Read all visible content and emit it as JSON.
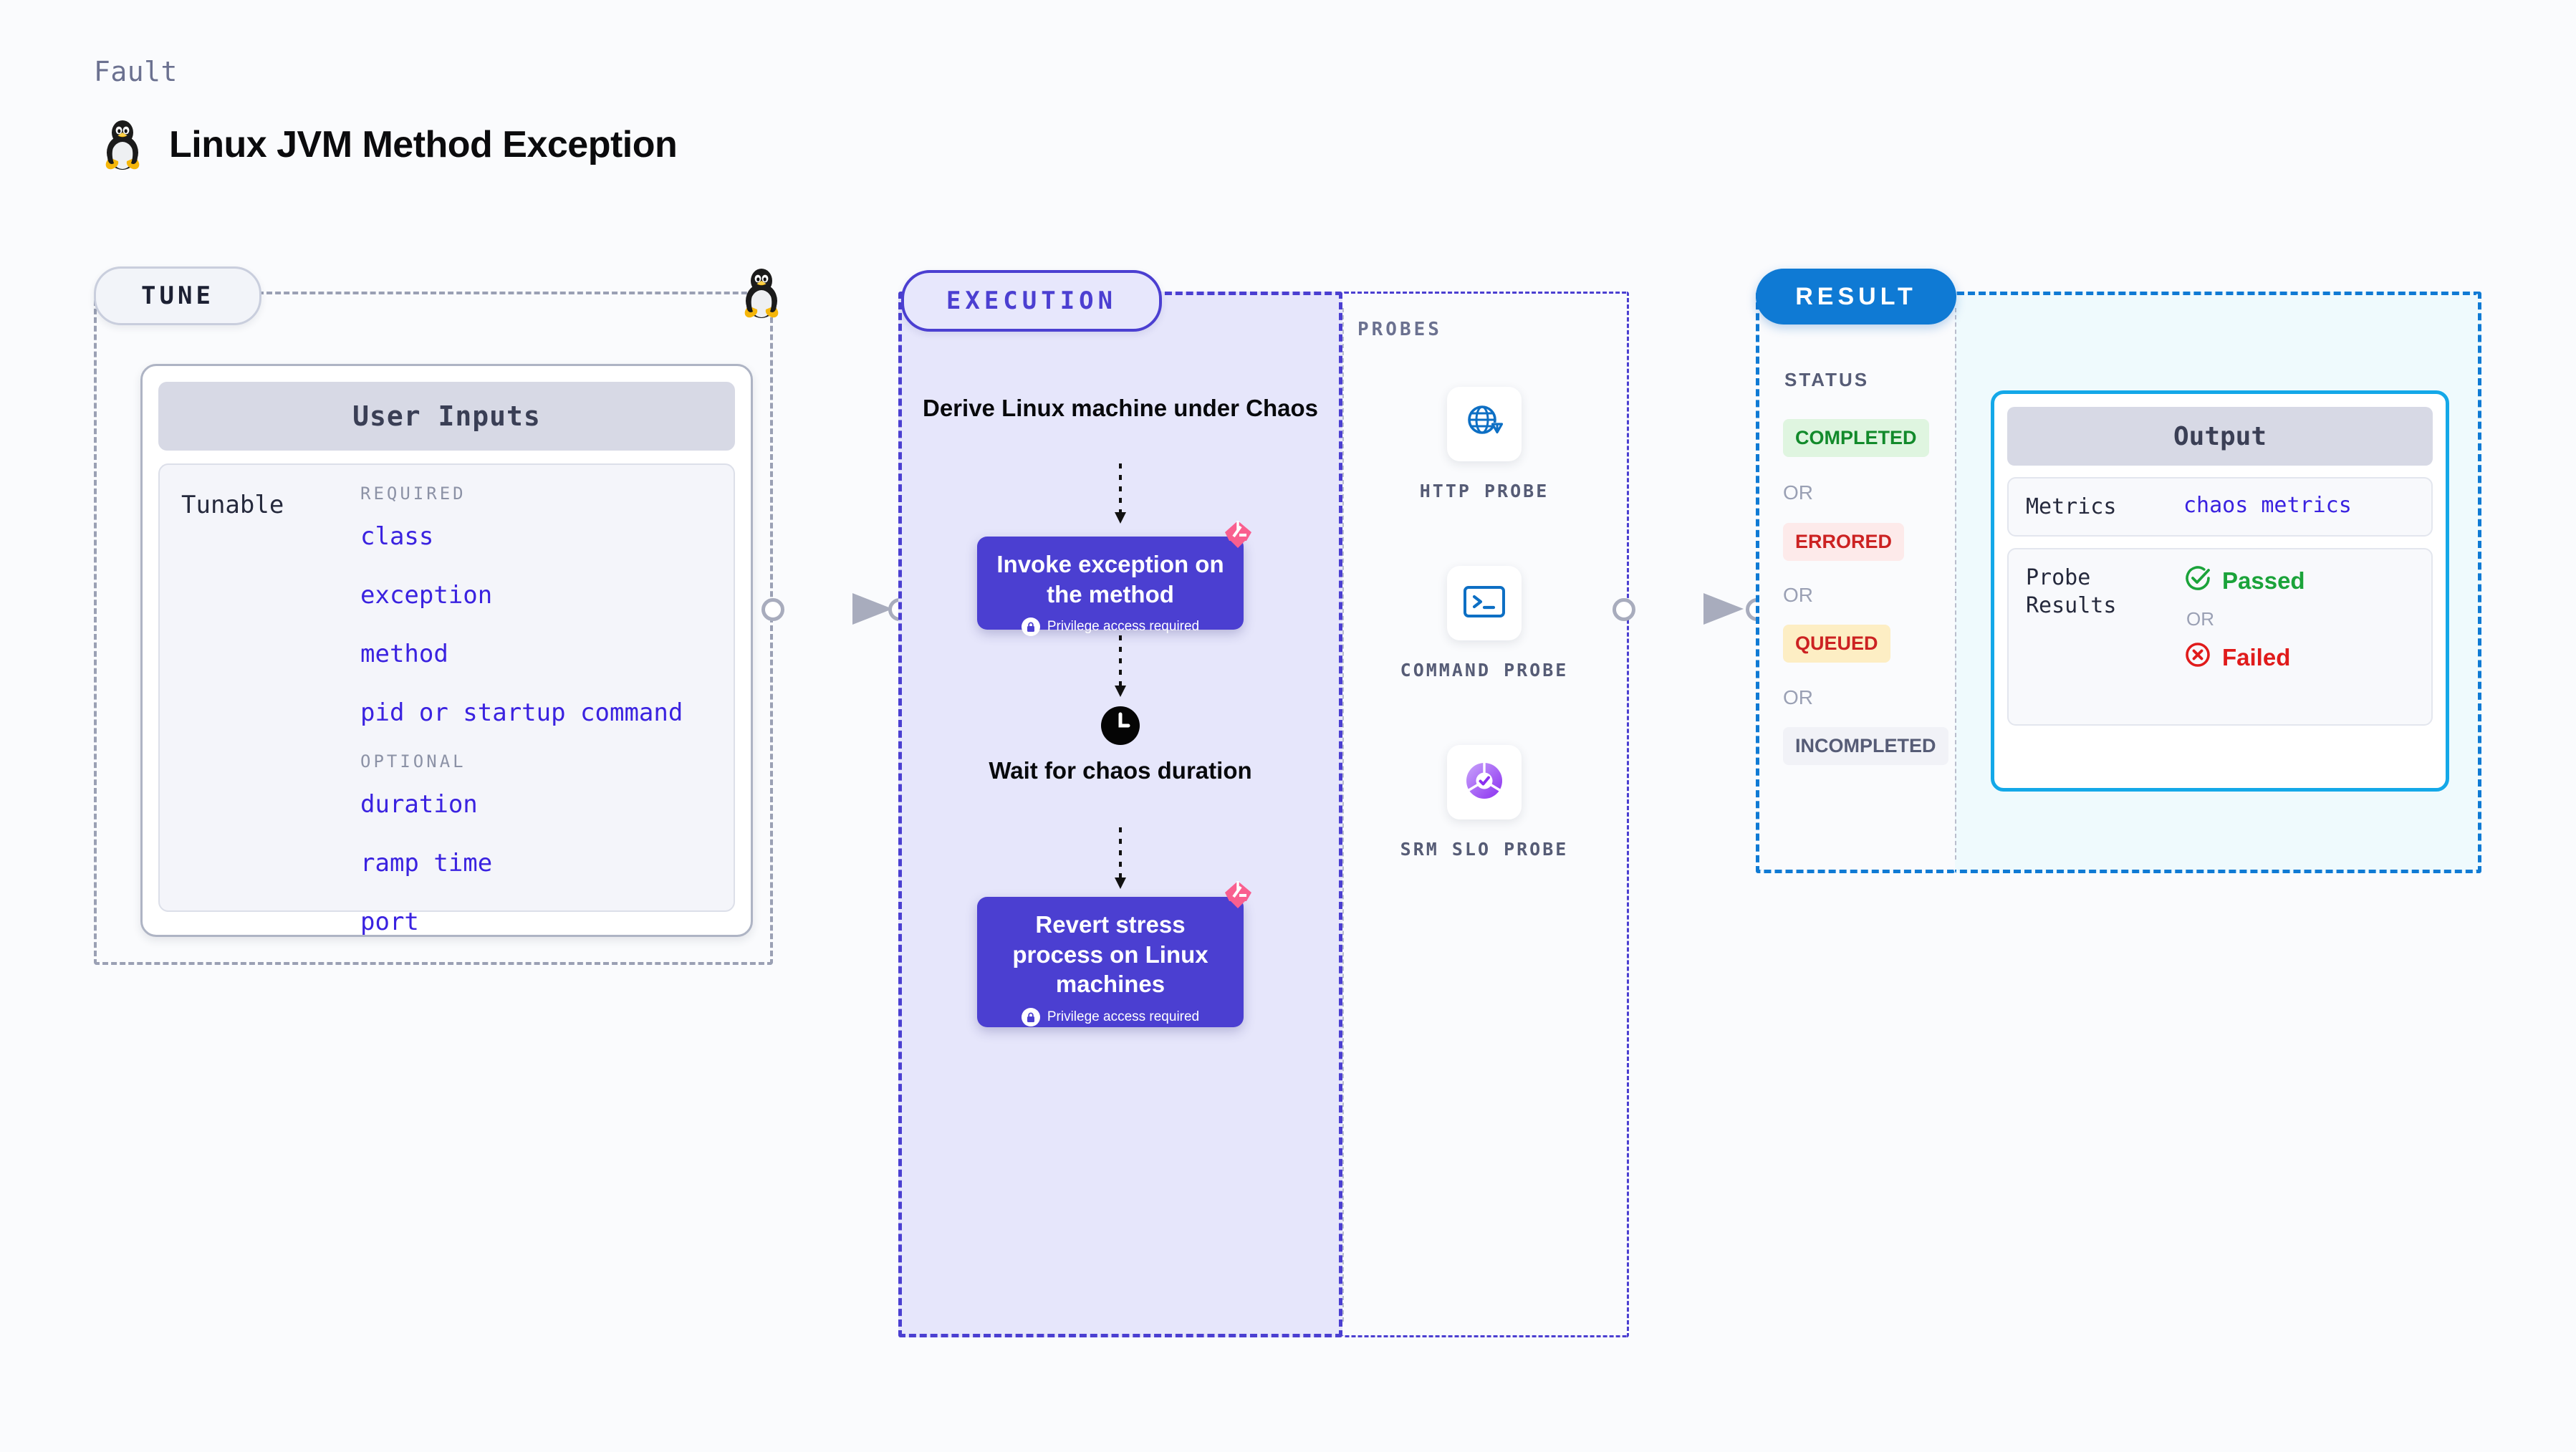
{
  "header": {
    "kicker": "Fault",
    "title": "Linux JVM Method Exception",
    "icon": "linux-penguin-icon"
  },
  "tune": {
    "pill_label": "TUNE",
    "penguin_icon": "linux-penguin-icon",
    "card": {
      "header": "User Inputs",
      "row_label": "Tunable",
      "groups": [
        {
          "caption": "REQUIRED",
          "items": [
            "class",
            "exception",
            "method",
            "pid or startup command"
          ]
        },
        {
          "caption": "OPTIONAL",
          "items": [
            "duration",
            "ramp time",
            "port"
          ]
        }
      ]
    }
  },
  "execution": {
    "pill_label": "EXECUTION",
    "steps": [
      {
        "type": "text",
        "label": "Derive Linux machine under Chaos"
      },
      {
        "type": "box",
        "label": "Invoke exception on the method",
        "note": "Privilege access required",
        "badge": "litmus-logo-icon",
        "lock": "lock-icon"
      },
      {
        "type": "clock",
        "icon": "clock-icon",
        "label": "Wait for chaos duration"
      },
      {
        "type": "box",
        "label": "Revert stress process on Linux machines",
        "note": "Privilege access required",
        "badge": "litmus-logo-icon",
        "lock": "lock-icon"
      }
    ]
  },
  "probes": {
    "caption": "PROBES",
    "items": [
      {
        "label": "HTTP PROBE",
        "icon": "globe-warning-icon"
      },
      {
        "label": "COMMAND PROBE",
        "icon": "terminal-icon"
      },
      {
        "label": "SRM SLO PROBE",
        "icon": "srm-slo-donut-check-icon"
      }
    ]
  },
  "result": {
    "pill_label": "RESULT",
    "status_caption": "STATUS",
    "or_label": "OR",
    "statuses": [
      {
        "label": "COMPLETED",
        "bg": "#dff5e0",
        "fg": "#128a2b"
      },
      {
        "label": "ERRORED",
        "bg": "#fdeaea",
        "fg": "#cc2222"
      },
      {
        "label": "QUEUED",
        "bg": "#fdeec4",
        "fg": "#cc2222"
      },
      {
        "label": "INCOMPLETED",
        "bg": "#f1f2f7",
        "fg": "#565c76"
      }
    ],
    "output": {
      "header": "Output",
      "metrics_key": "Metrics",
      "metrics_value": "chaos metrics",
      "probe_key": "Probe Results",
      "passed_label": "Passed",
      "failed_label": "Failed",
      "or_label": "OR",
      "passed_icon": "check-circle-icon",
      "failed_icon": "x-circle-icon"
    }
  },
  "connectors": {
    "arrow_icon": "arrow-right-icon"
  },
  "colors": {
    "accent_purple": "#4b3fd1",
    "accent_blue": "#0f7ad4",
    "link_blue": "#3a22e0",
    "pink": "#f95f8f",
    "page_bg": "#fafbfd"
  }
}
